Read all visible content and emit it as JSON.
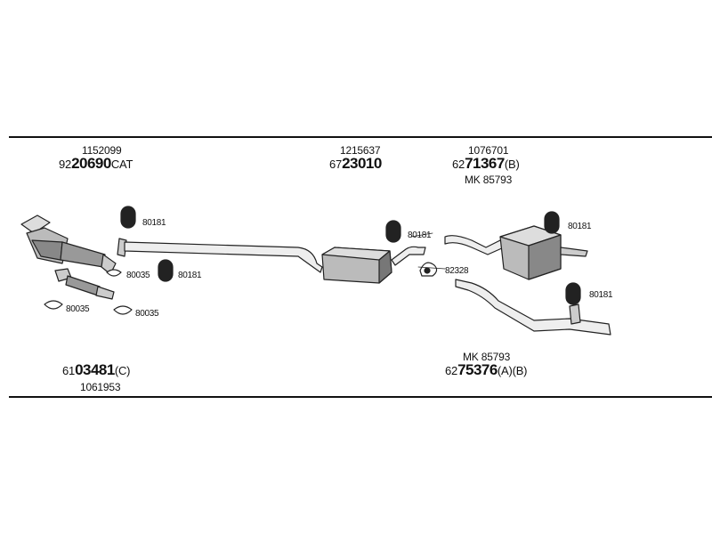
{
  "parts": {
    "catalyst": {
      "ref": "1152099",
      "code_prefix": "92",
      "code_main": "20690",
      "code_suffix": "CAT"
    },
    "middle": {
      "ref": "1215637",
      "code_prefix": "67",
      "code_main": "23010"
    },
    "rear_top": {
      "ref": "1076701",
      "code_prefix": "62",
      "code_main": "71367",
      "code_suffix": "(B)",
      "mk": "MK 85793"
    },
    "front_pipe": {
      "code_prefix": "61",
      "code_main": "03481",
      "code_suffix": "(C)",
      "ref": "1061953"
    },
    "rear_bottom": {
      "mk": "MK 85793",
      "code_prefix": "62",
      "code_main": "75376",
      "code_suffix": "(A)(B)"
    }
  },
  "fittings": {
    "hanger_a": "80181",
    "hanger_b": "80181",
    "hanger_c": "80181",
    "hanger_d": "80181",
    "hanger_e": "80181",
    "gasket_a": "80035",
    "gasket_b": "80035",
    "gasket_c": "80035",
    "clamp": "82328"
  }
}
